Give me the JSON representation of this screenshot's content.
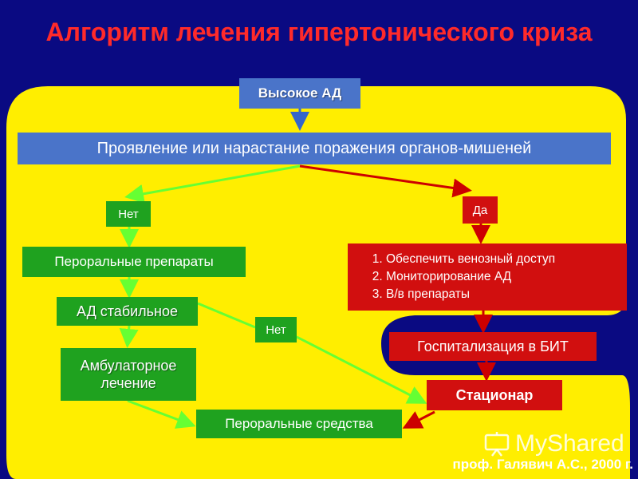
{
  "title": "Алгоритм лечения гипертонического криза",
  "nodes": {
    "high_bp": "Высокое АД",
    "organ_damage": "Проявление или нарастание поражения органов-мишеней",
    "no_1": "Нет",
    "yes": "Да",
    "oral_drugs": "Пероральные препараты",
    "steps": [
      "Обеспечить венозный доступ",
      "Мониторирование АД",
      "В/в препараты"
    ],
    "bp_stable": "АД стабильное",
    "no_2": "Нет",
    "icu": "Госпитализация в БИТ",
    "outpatient": "Амбулаторное лечение",
    "hospital": "Стационар",
    "oral_means": "Пероральные средства"
  },
  "credit": "проф. Галявич А.С., 2000 г.",
  "watermark": "MyShared",
  "colors": {
    "background": "#0a0a82",
    "panel": "#ffee00",
    "title": "#ff2a2a",
    "blue_box": "#4a74c9",
    "green_box": "#1fa21f",
    "red_box": "#d10f0f",
    "green_arrow": "#66ff33",
    "red_arrow": "#cc0000",
    "blue_arrow": "#3366cc"
  }
}
